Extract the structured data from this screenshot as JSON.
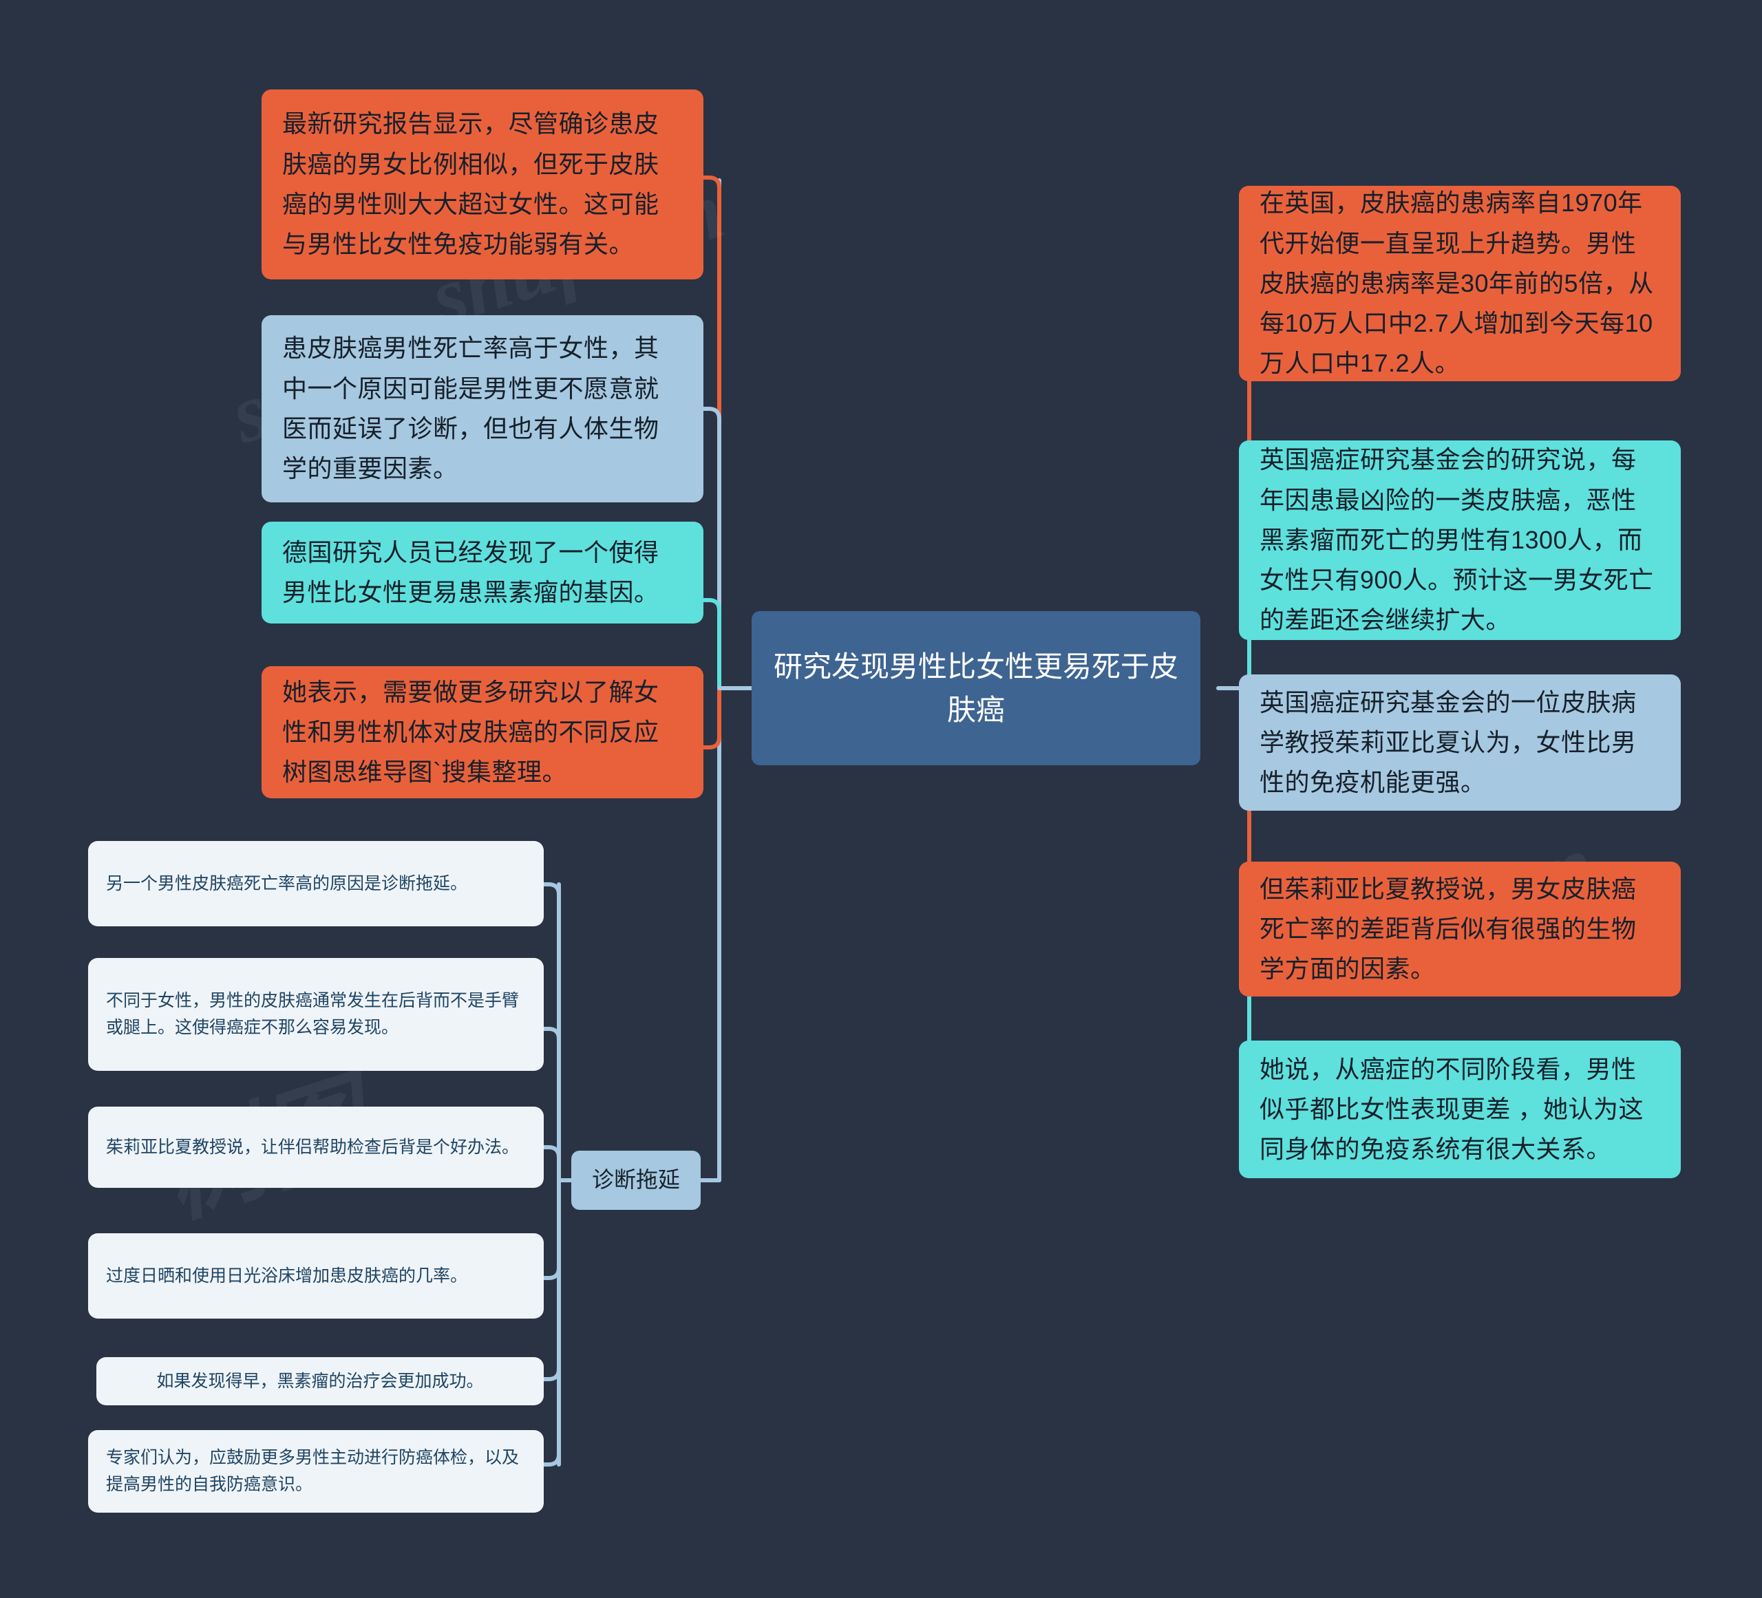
{
  "background_color": "#2a3344",
  "root": {
    "text": "研究发现男性比女性更易死于皮肤癌",
    "color": "#3E6491",
    "text_color": "#ffffff"
  },
  "left_branches": [
    {
      "id": "left-1",
      "text": "最新研究报告显示，尽管确诊患皮肤癌的男女比例相似，但死于皮肤癌的男性则大大超过女性。这可能与男性比女性免疫功能弱有关。",
      "color": "#E9613B",
      "style": "orange"
    },
    {
      "id": "left-2",
      "text": "患皮肤癌男性死亡率高于女性，其中一个原因可能是男性更不愿意就医而延误了诊断，但也有人体生物学的重要因素。",
      "color": "#A6C8E0",
      "style": "steel"
    },
    {
      "id": "left-3",
      "text": "德国研究人员已经发现了一个使得男性比女性更易患黑素瘤的基因。",
      "color": "#5EE0DC",
      "style": "cyan"
    },
    {
      "id": "left-4",
      "text": "她表示，需要做更多研究以了解女性和男性机体对皮肤癌的不同反应树图思维导图`搜集整理。",
      "color": "#E9613B",
      "style": "orange"
    }
  ],
  "right_branches": [
    {
      "id": "right-1",
      "text": "在英国，皮肤癌的患病率自1970年代开始便一直呈现上升趋势。男性皮肤癌的患病率是30年前的5倍，从每10万人口中2.7人增加到今天每10万人口中17.2人。",
      "color": "#E9613B",
      "style": "orange"
    },
    {
      "id": "right-2",
      "text": "英国癌症研究基金会的研究说，每年因患最凶险的一类皮肤癌，恶性黑素瘤而死亡的男性有1300人，而女性只有900人。预计这一男女死亡的差距还会继续扩大。",
      "color": "#5EE0DC",
      "style": "cyan"
    },
    {
      "id": "right-3",
      "text": "英国癌症研究基金会的一位皮肤病学教授茱莉亚比夏认为，女性比男性的免疫机能更强。",
      "color": "#A6C8E0",
      "style": "steel"
    },
    {
      "id": "right-4",
      "text": "但茱莉亚比夏教授说，男女皮肤癌死亡率的差距背后似有很强的生物学方面的因素。",
      "color": "#E9613B",
      "style": "orange"
    },
    {
      "id": "right-5",
      "text": "她说，从癌症的不同阶段看，男性似乎都比女性表现更差 ，她认为这同身体的免疫系统有很大关系。",
      "color": "#5EE0DC",
      "style": "cyan"
    }
  ],
  "subtopic": {
    "id": "subtopic-diagnosis-delay",
    "text": "诊断拖延",
    "color": "#A6C8E0"
  },
  "subtopic_children": [
    {
      "id": "note-1",
      "text": "另一个男性皮肤癌死亡率高的原因是诊断拖延。",
      "color": "#EFF4F8"
    },
    {
      "id": "note-2",
      "text": "不同于女性，男性的皮肤癌通常发生在后背而不是手臂或腿上。这使得癌症不那么容易发现。",
      "color": "#EFF4F8"
    },
    {
      "id": "note-3",
      "text": "茱莉亚比夏教授说，让伴侣帮助检查后背是个好办法。",
      "color": "#EFF4F8"
    },
    {
      "id": "note-4",
      "text": "过度日晒和使用日光浴床增加患皮肤癌的几率。",
      "color": "#EFF4F8"
    },
    {
      "id": "note-5",
      "text": "如果发现得早，黑素瘤的治疗会更加成功。",
      "color": "#EFF4F8"
    },
    {
      "id": "note-6",
      "text": "专家们认为，应鼓励更多男性主动进行防癌体检，以及提高男性的自我防癌意识。",
      "color": "#EFF4F8"
    }
  ],
  "watermarks": [
    "shufu.cn",
    "shufu.cn",
    "树图",
    "shufu.cn"
  ]
}
